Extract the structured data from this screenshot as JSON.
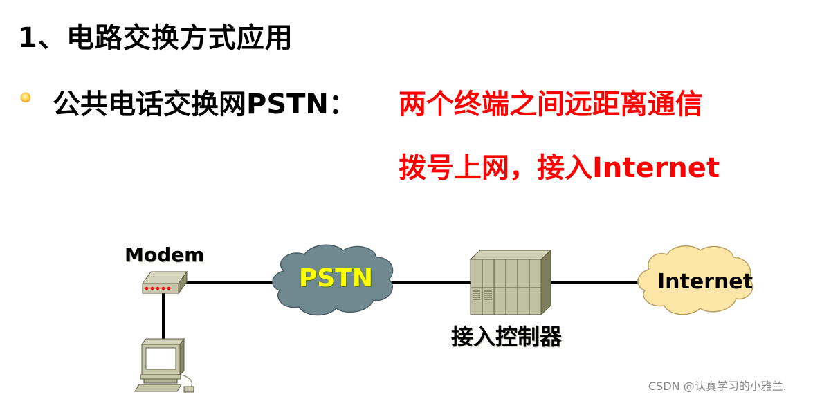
{
  "title": "1、电路交换方式应用",
  "bullet": {
    "label": "公共电话交换网PSTN：",
    "points": [
      "两个终端之间远距离通信",
      "拨号上网，接入Internet"
    ]
  },
  "diagram": {
    "modem_label": "Modem",
    "pstn_label": "PSTN",
    "controller_label": "接入控制器",
    "internet_label": "Internet",
    "colors": {
      "pstn_cloud": "#708890",
      "internet_cloud": "#fde6a6",
      "device": "#c6c6aa",
      "led": "#ff0000"
    }
  },
  "watermark": "CSDN @认真学习的小雅兰."
}
